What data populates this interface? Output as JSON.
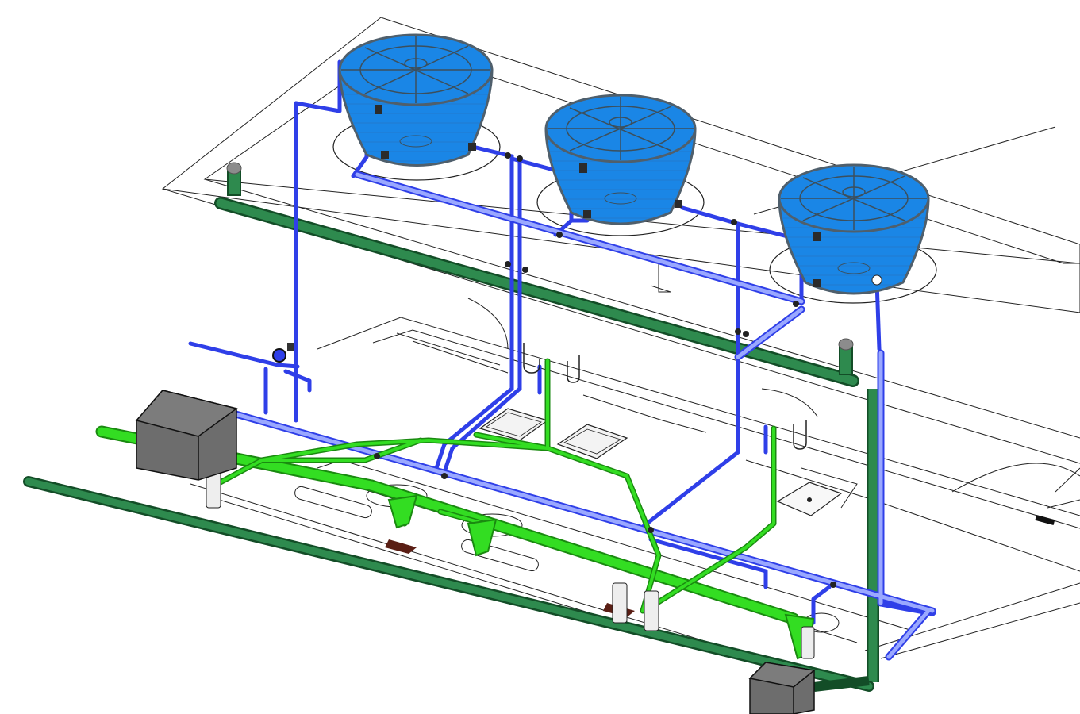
{
  "view": {
    "kind": "isometric plumbing layout",
    "background": "#ffffff"
  },
  "colors": {
    "cold_water": "#2f3fe8",
    "cold_water_light": "#9aa8ff",
    "sewer": "#33dd22",
    "sewer_outline": "#1a8a10",
    "storm_main": "#2e8a4e",
    "storm_outline": "#134d27",
    "tank_fill": "#1a86e6",
    "tank_outline": "#4f5f6c",
    "box_fill": "#6d6d6d",
    "floor_line": "#222222",
    "trap_fill": "#5a1e14"
  },
  "tanks": [
    {
      "id": "tank-1",
      "shape": "cylindrical reservoir"
    },
    {
      "id": "tank-2",
      "shape": "cylindrical reservoir"
    },
    {
      "id": "tank-3",
      "shape": "cylindrical reservoir"
    }
  ],
  "boxes": [
    {
      "id": "inspection-box-left"
    },
    {
      "id": "inspection-box-right"
    }
  ],
  "icons": [
    "water-tank-icon",
    "inspection-box-icon",
    "vent-cap-icon",
    "water-meter-icon",
    "sink-icon",
    "floor-drain-icon",
    "siphon-box-icon"
  ]
}
